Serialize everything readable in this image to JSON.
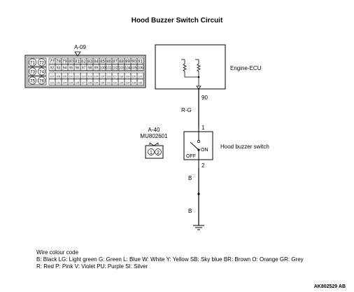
{
  "title": "Hood Buzzer Switch Circuit",
  "connector_a09": {
    "label": "A-09",
    "pins_side": [
      "71",
      "72",
      "73",
      "74",
      "75",
      "76"
    ],
    "row1": [
      "77",
      "78",
      "79",
      "80",
      "81",
      "82",
      "83",
      "84",
      "85",
      "86",
      "87",
      "88",
      "89",
      "90",
      "91"
    ],
    "row2": [
      "92",
      "93",
      "94",
      "95",
      "96",
      "97",
      "98",
      "99",
      "100",
      "101",
      "102",
      "103",
      "104",
      "105",
      "106"
    ],
    "row3": [
      "107",
      "108",
      "109",
      "110",
      "111",
      "112",
      "113",
      "114",
      "115",
      "116",
      "117",
      "118",
      "119",
      "120",
      "121"
    ],
    "row4": [
      "122",
      "123",
      "124",
      "125",
      "126",
      "127",
      "128",
      "129",
      "130",
      "131",
      "132",
      "133",
      "134",
      "135",
      "136"
    ]
  },
  "ecu": {
    "label": "Engine-ECU",
    "pin": "90"
  },
  "wire_rg": "R-G",
  "connector_a40": {
    "label": "A-40",
    "part": "MU802601",
    "pins": [
      "1",
      "2"
    ]
  },
  "switch": {
    "label": "Hood buzzer switch",
    "pin_top": "1",
    "pin_bottom": "2",
    "on": "ON",
    "off": "OFF"
  },
  "wire_b1": "B",
  "wire_b2": "B",
  "legend": {
    "heading": "Wire colour code",
    "line1": "B: Black  LG: Light green  G: Green  L: Blue  W: White  Y: Yellow  SB: Sky blue  BR: Brown  O: Orange  GR: Grey",
    "line2": "R: Red  P: Pink  V: Violet  PU: Purple  SI: Silver"
  },
  "code": "AK802529 AB"
}
